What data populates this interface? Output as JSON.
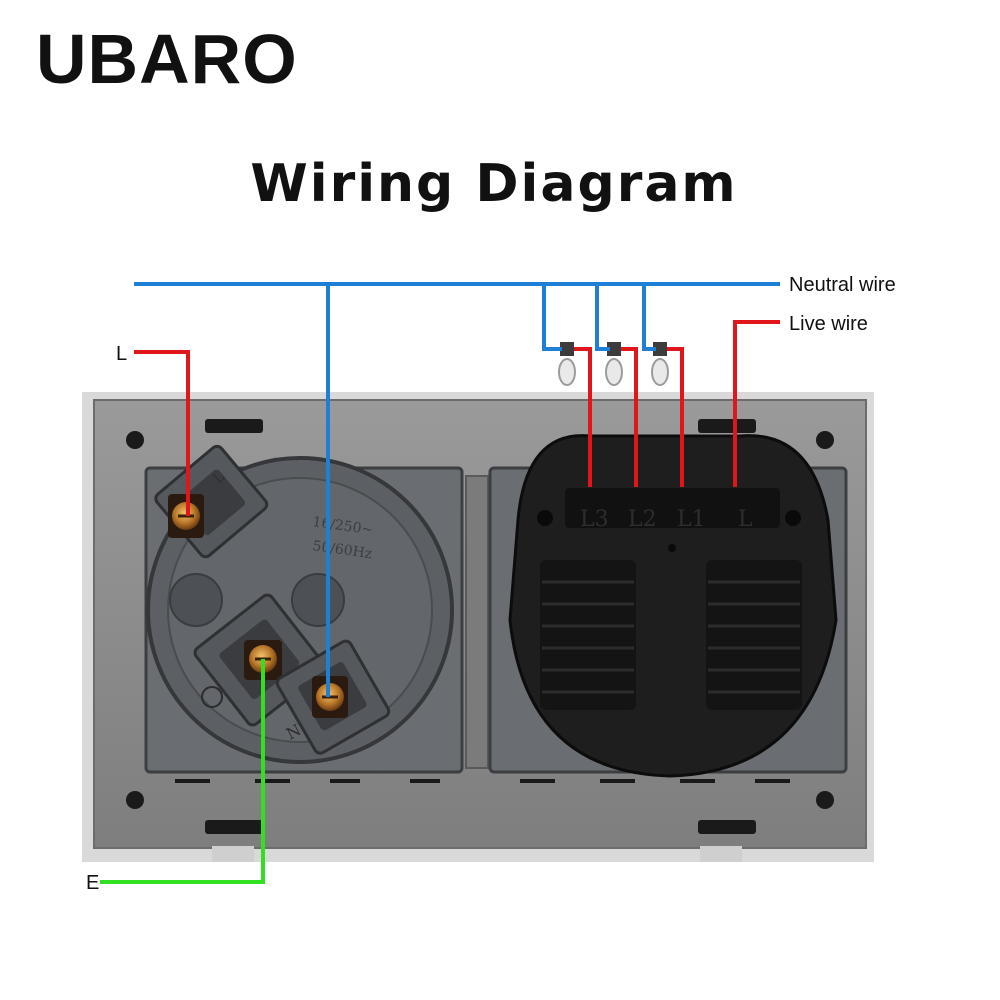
{
  "brand": {
    "name": "UBARO"
  },
  "diagram": {
    "title": "Wiring Diagram",
    "wire_labels": {
      "neutral": "Neutral wire",
      "live": "Live wire",
      "live_short": "L",
      "earth": "E"
    },
    "socket": {
      "rating_line1": "16/250~",
      "rating_line2": "50/60Hz",
      "terminal_live": "L",
      "terminal_neutral": "N"
    },
    "switch": {
      "terminals": [
        "L3",
        "L2",
        "L1",
        "L"
      ]
    }
  },
  "colors": {
    "neutral": "#1e7fd6",
    "live": "#e0161b",
    "earth": "#33e021",
    "panel": "#8e8e8e",
    "module": "#5a5d61",
    "switch_body": "#1c1c1c"
  }
}
